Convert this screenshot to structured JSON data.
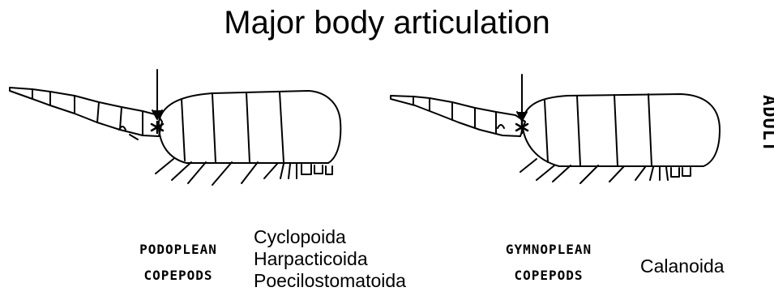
{
  "title": "Major body articulation",
  "side_label": "ADULT",
  "left_panel": {
    "group_line1": "PODOPLEAN",
    "group_line2": "COPEPODS",
    "taxa": [
      "Cyclopoida",
      "Harpacticoida",
      "Poecilostomatoida"
    ]
  },
  "right_panel": {
    "group_line1": "GYMNOPLEAN",
    "group_line2": "COPEPODS",
    "taxa": [
      "Calanoida"
    ]
  }
}
